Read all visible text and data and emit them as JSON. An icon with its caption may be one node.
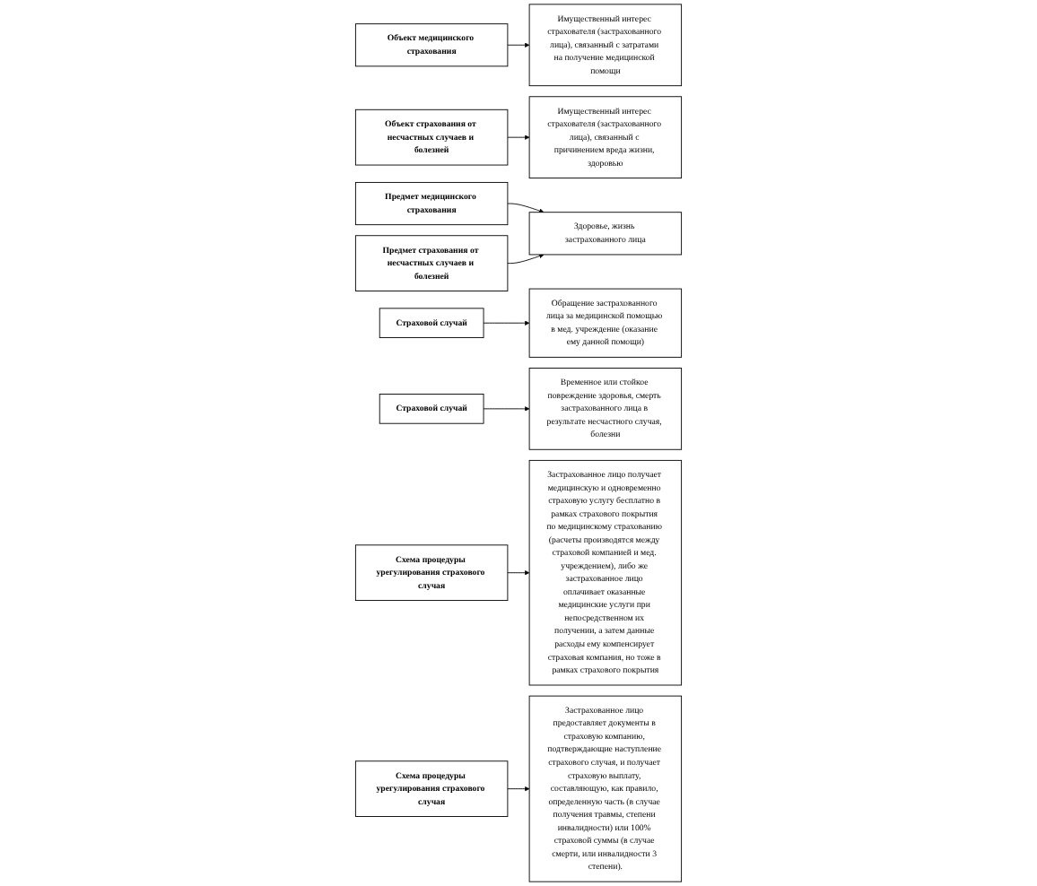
{
  "diagram": {
    "nodes": [
      {
        "text": [
          "Объект медицинского страхования"
        ]
      },
      {
        "text": [
          "Имущественный интерес страхователя (застрахованного лица), связанный с затратами на получение медицинской помощи"
        ]
      },
      {
        "text": [
          "Имущественный интерес страхователя (застрахованного лица), связанный с причинением вреда жизни, здоровью"
        ]
      },
      {
        "text": [
          "Объект страхования от несчастных случаев и болезней"
        ]
      },
      {
        "text": [
          "Предмет медицинского страхования"
        ]
      },
      {
        "text": [
          "Здоровье, жизнь застрахованного лица"
        ]
      },
      {
        "text": [
          "Предмет страхования от несчастных случаев и болезней"
        ]
      },
      {
        "text": [
          "Страховой случай"
        ]
      },
      {
        "text": [
          "Страховой случай"
        ]
      },
      {
        "text": [
          "Обращение застрахованного лица за медицинской помощью в мед. учреждение (оказание ему данной помощи)"
        ]
      },
      {
        "text": [
          "Временное или стойкое повреждение здоровья, смерть застрахованного лица в результате несчастного случая, болезни"
        ]
      },
      {
        "text": [
          "Схема процедуры урегулирования страхового случая"
        ]
      },
      {
        "text": [
          "Схема процедуры урегулирования страхового случая"
        ]
      },
      {
        "text": [
          "Застрахованное лицо получает медицинскую и одновременно страховую услугу бесплатно в рамках страхового покрытия по медицинскому страхованию (расчеты производятся между страховой компанией и мед. учреждением), либо же застрахованное лицо оплачивает оказанные медицинские услуги при непосредственном их получении, а затем данные расходы ему компенсирует страховая компания, но тоже в рамках страхового покрытия"
        ]
      },
      {
        "text": [
          "Застрахованное лицо предоставляет документы в страховую компанию, подтверждающие наступление страхового случая, и получает страховую выплату, составляющую, как правило, определенную часть (в случае получения травмы, степени инвалидности) или 100% страховой суммы (в случае смерти, или инвалидности 3 степени)."
        ]
      }
    ],
    "edges": [
      {
        "from": 0,
        "to": 1,
        "arrow": "to"
      },
      {
        "from": 3,
        "to": 2,
        "arrow": "to"
      },
      {
        "from": 4,
        "to": 5,
        "arrow": "to"
      },
      {
        "from": 6,
        "to": 5,
        "arrow": "to"
      },
      {
        "from": 7,
        "to": 9,
        "arrow": "to"
      },
      {
        "from": 8,
        "to": 10,
        "arrow": "to"
      },
      {
        "from": 11,
        "to": 13,
        "arrow": "to"
      },
      {
        "from": 12,
        "to": 14,
        "arrow": "to"
      }
    ]
  }
}
